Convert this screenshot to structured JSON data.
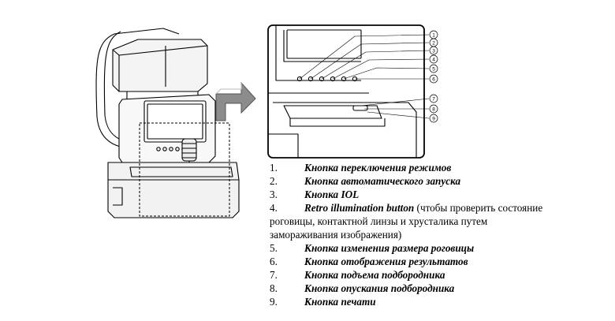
{
  "legend": [
    {
      "num": "1.",
      "label": "Кнопка переключения режимов",
      "note": ""
    },
    {
      "num": "2.",
      "label": "Кнопка автоматического запуска",
      "note": ""
    },
    {
      "num": "3.",
      "label": "Кнопка IOL",
      "note": ""
    },
    {
      "num": "4.",
      "label": "Retro illumination button",
      "note": " (чтобы проверить состояние",
      "note2": "роговицы, контактной линзы и хрусталика путем",
      "note3": "замораживания изображения)"
    },
    {
      "num": "5.",
      "label": "Кнопка изменения размера роговицы",
      "note": ""
    },
    {
      "num": "6.",
      "label": "Кнопка отображения результатов",
      "note": ""
    },
    {
      "num": "7.",
      "label": "Кнопка подъема подбородника",
      "note": ""
    },
    {
      "num": "8.",
      "label": "Кнопка опускания подбородника",
      "note": ""
    },
    {
      "num": "9.",
      "label": "Кнопка печати",
      "note": ""
    }
  ],
  "callouts": [
    "1",
    "2",
    "3",
    "4",
    "5",
    "6",
    "7",
    "8",
    "9"
  ]
}
